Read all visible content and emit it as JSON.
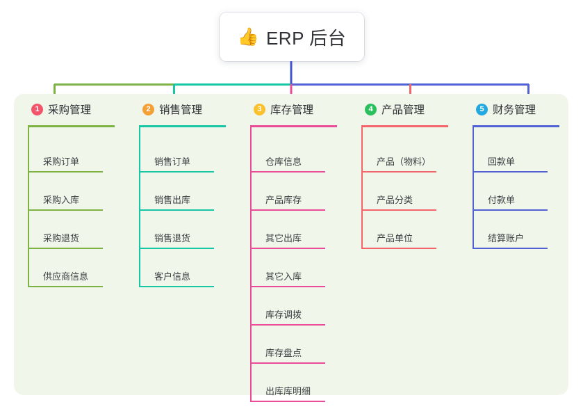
{
  "title": {
    "icon": "thumbs-up-icon",
    "emoji": "👍",
    "text": "ERP 后台"
  },
  "colors": {
    "panel_bg": "#f0f7ea",
    "card_bg": "#ffffff",
    "trunk": "#4355c7",
    "connector_green": "#7cb342",
    "connector_teal": "#16c6a4",
    "connector_blue": "#5162d4",
    "text": "#2f3136"
  },
  "columns": [
    {
      "index": "1",
      "badge_color": "#f2556b",
      "rule_color": "#7cb342",
      "drop_color": "#7cb342",
      "label": "采购管理",
      "items": [
        "采购订单",
        "采购入库",
        "采购退货",
        "供应商信息"
      ]
    },
    {
      "index": "2",
      "badge_color": "#f5a037",
      "rule_color": "#16c6a4",
      "drop_color": "#16c6a4",
      "label": "销售管理",
      "items": [
        "销售订单",
        "销售出库",
        "销售退货",
        "客户信息"
      ]
    },
    {
      "index": "3",
      "badge_color": "#fbc02d",
      "rule_color": "#ea4c9a",
      "drop_color": "#ea4c9a",
      "label": "库存管理",
      "items": [
        "仓库信息",
        "产品库存",
        "其它出库",
        "其它入库",
        "库存调拨",
        "库存盘点",
        "出库库明细"
      ]
    },
    {
      "index": "4",
      "badge_color": "#2cbf5e",
      "rule_color": "#f4656a",
      "drop_color": "#f4656a",
      "label": "产品管理",
      "items": [
        "产品（物料）",
        "产品分类",
        "产品单位"
      ]
    },
    {
      "index": "5",
      "badge_color": "#24a8e0",
      "rule_color": "#5162d4",
      "drop_color": "#5162d4",
      "label": "财务管理",
      "items": [
        "回款单",
        "付款单",
        "结算账户"
      ]
    }
  ]
}
